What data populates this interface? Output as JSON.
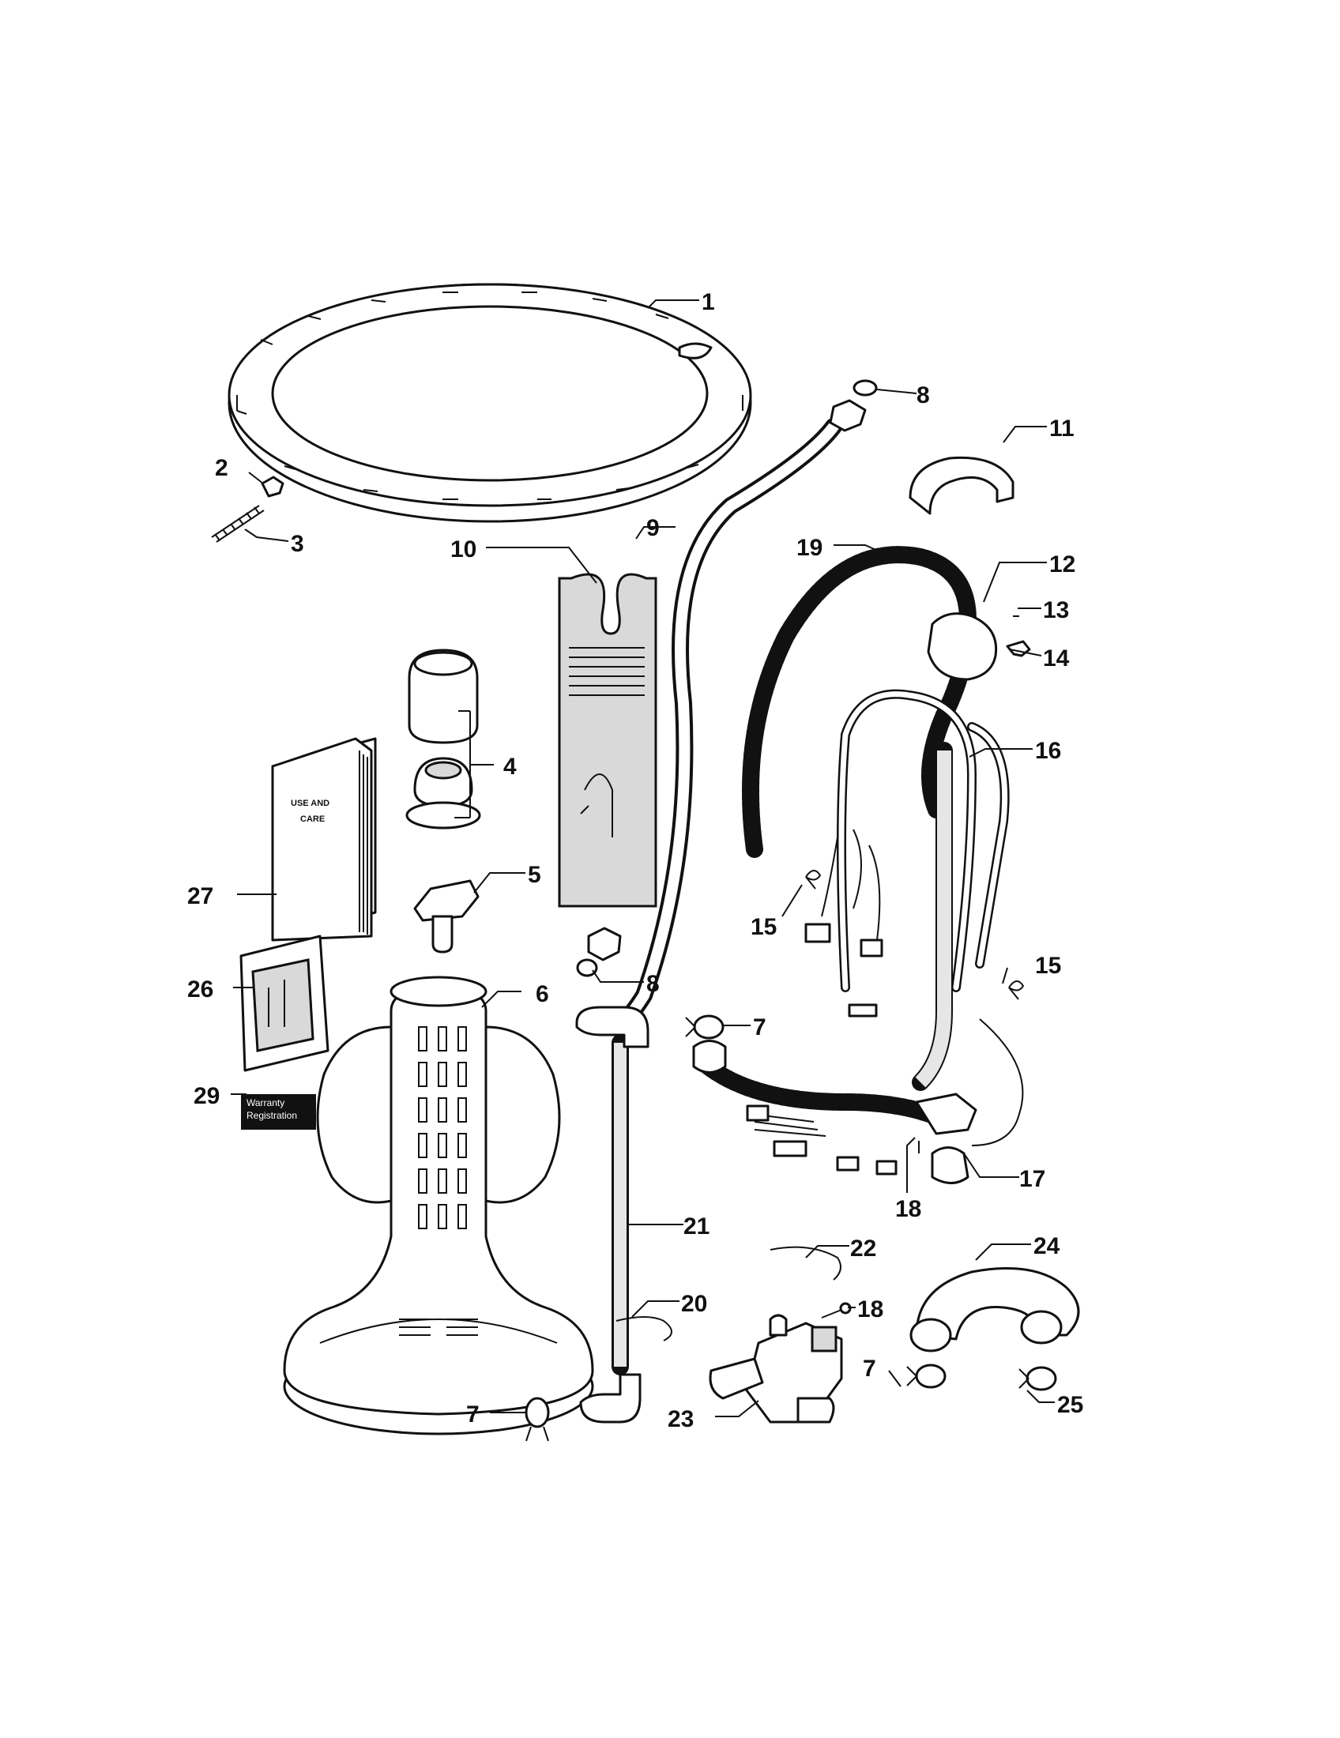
{
  "callouts": {
    "c1": "1",
    "c2": "2",
    "c3": "3",
    "c4": "4",
    "c5": "5",
    "c6": "6",
    "c7a": "7",
    "c7b": "7",
    "c7c": "7",
    "c8a": "8",
    "c8b": "8",
    "c9": "9",
    "c10": "10",
    "c11": "11",
    "c12": "12",
    "c13": "13",
    "c14": "14",
    "c15a": "15",
    "c15b": "15",
    "c16": "16",
    "c17": "17",
    "c18a": "18",
    "c18b": "18",
    "c19": "19",
    "c20": "20",
    "c21": "21",
    "c22": "22",
    "c23": "23",
    "c24": "24",
    "c25": "25",
    "c26": "26",
    "c27": "27",
    "c29": "29"
  },
  "printed_text": {
    "manual_line1": "USE AND",
    "manual_line2": "CARE",
    "registration_line1": "Warranty",
    "registration_line2": "Registration"
  }
}
